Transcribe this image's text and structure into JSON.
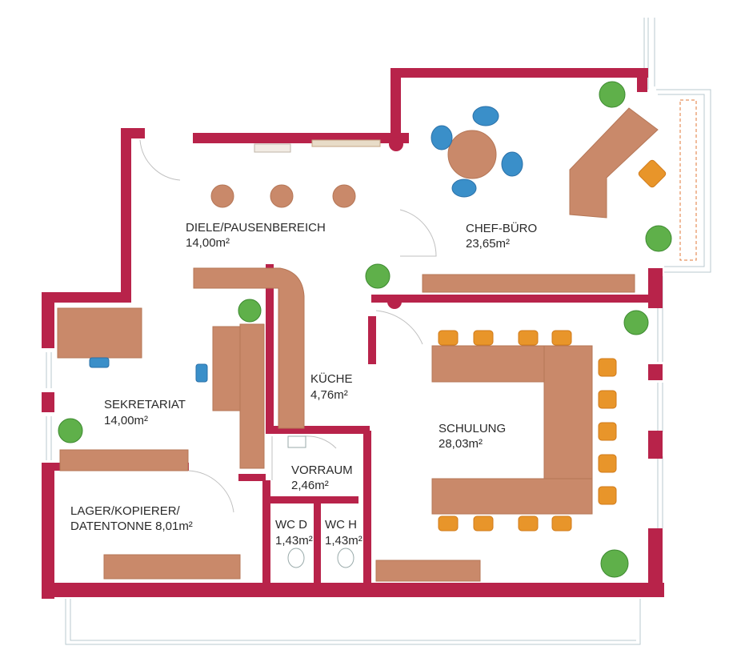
{
  "rooms": {
    "diele": {
      "name": "DIELE/PAUSENBEREICH",
      "area": "14,00m²"
    },
    "chef": {
      "name": "CHEF-BÜRO",
      "area": "23,65m²"
    },
    "kueche": {
      "name": "KÜCHE",
      "area": "4,76m²"
    },
    "sekretariat": {
      "name": "SEKRETARIAT",
      "area": "14,00m²"
    },
    "schulung": {
      "name": "SCHULUNG",
      "area": "28,03m²"
    },
    "vorraum": {
      "name": "VORRAUM",
      "area": "2,46m²"
    },
    "lager": {
      "name1": "LAGER/KOPIERER/",
      "name2": "DATENTONNE  8,01m²"
    },
    "wcd": {
      "name": "WC D",
      "area": "1,43m²"
    },
    "wch": {
      "name": "WC H",
      "area": "1,43m²"
    }
  },
  "colors": {
    "wall": "#b8234a",
    "furniture": "#c9896a",
    "chair": "#e8952a",
    "chair_blue": "#3a8fc9",
    "plant": "#5fb04a"
  }
}
